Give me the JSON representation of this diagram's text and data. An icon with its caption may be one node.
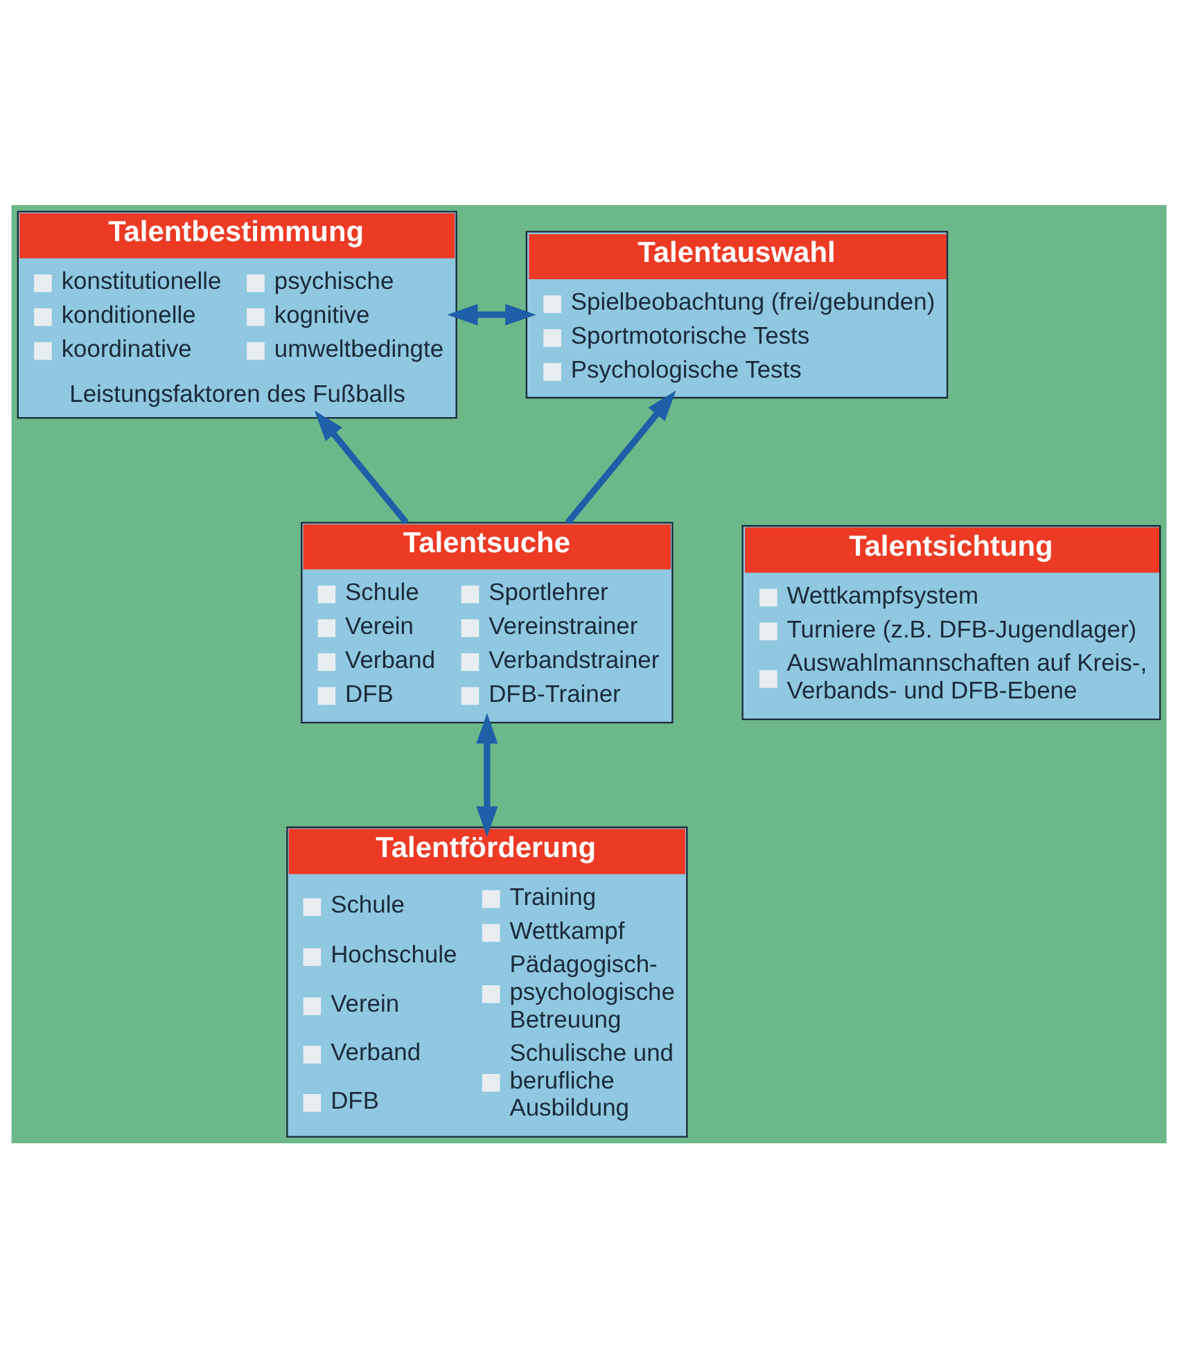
{
  "diagram": {
    "nodes": [
      {
        "text": [
          "Talentbestimmung",
          "konstitutionelle",
          "konditionelle",
          "koordinative",
          "psychische",
          "kognitive",
          "umweltbedingte",
          "Leistungsfaktoren des Fußballs"
        ]
      },
      {
        "text": [
          "Talentauswahl",
          "Spielbeobachtung (frei/gebunden)",
          "Sportmotorische Tests",
          "Psychologische Tests"
        ]
      },
      {
        "text": [
          "Talentsuche",
          "Schule",
          "Verein",
          "Verband",
          "DFB",
          "Sportlehrer",
          "Vereinstrainer",
          "Verbandstrainer",
          "DFB-Trainer"
        ]
      },
      {
        "text": [
          "Talentsichtung",
          "Wettkampfsystem",
          "Turniere (z.B. DFB-Jugendlager)",
          "Auswahlmannschaften auf Kreis-, Verbands- und DFB-Ebene"
        ]
      },
      {
        "text": [
          "Talentförderung",
          "Schule",
          "Hochschule",
          "Verein",
          "Verband",
          "DFB",
          "Training",
          "Wettkampf",
          "Pädagogisch-psychologische Betreuung",
          "Schulische und berufliche Ausbildung"
        ]
      }
    ],
    "edges": [
      {
        "from": 0,
        "to": 1,
        "arrow": "both"
      },
      {
        "from": 2,
        "to": 0,
        "arrow": "to"
      },
      {
        "from": 2,
        "to": 1,
        "arrow": "to"
      },
      {
        "from": 4,
        "to": 2,
        "arrow": "both"
      }
    ]
  }
}
